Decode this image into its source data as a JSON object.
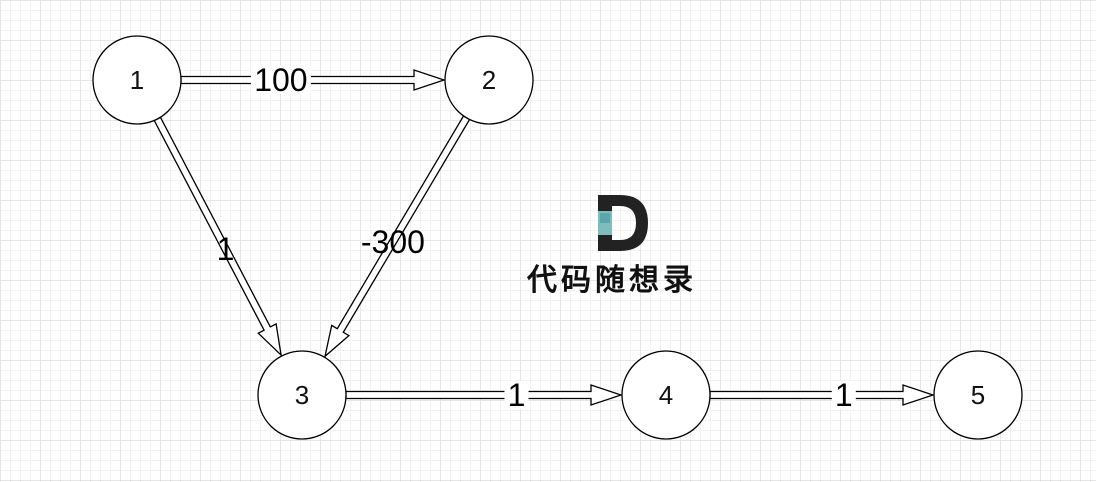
{
  "graph": {
    "nodes": [
      {
        "id": "1",
        "label": "1"
      },
      {
        "id": "2",
        "label": "2"
      },
      {
        "id": "3",
        "label": "3"
      },
      {
        "id": "4",
        "label": "4"
      },
      {
        "id": "5",
        "label": "5"
      }
    ],
    "edges": [
      {
        "from": "1",
        "to": "2",
        "weight": "100"
      },
      {
        "from": "1",
        "to": "3",
        "weight": "1"
      },
      {
        "from": "2",
        "to": "3",
        "weight": "-300"
      },
      {
        "from": "3",
        "to": "4",
        "weight": "1"
      },
      {
        "from": "4",
        "to": "5",
        "weight": "1"
      }
    ]
  },
  "watermark": {
    "text": "代码随想录",
    "colors": {
      "dark": "#222222",
      "teal": "#5aa6a8"
    }
  },
  "colors": {
    "stroke": "#000000",
    "node_fill": "#ffffff"
  }
}
